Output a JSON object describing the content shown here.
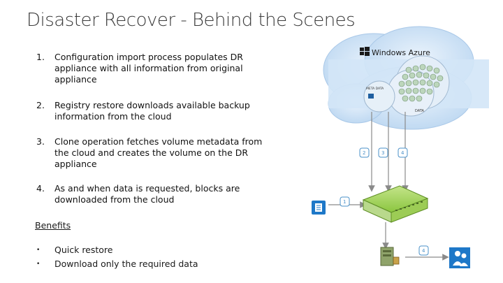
{
  "slide": {
    "title": "Disaster Recover - Behind the Scenes"
  },
  "steps": [
    {
      "number": "1.",
      "text": "Configuration import process populates DR appliance with all information from original appliance"
    },
    {
      "number": "2.",
      "text": "Registry restore downloads available backup information from the cloud"
    },
    {
      "number": "3.",
      "text": "Clone operation fetches volume metadata from the cloud and creates the volume on the DR appliance"
    },
    {
      "number": "4.",
      "text": "As and when data is requested, blocks are downloaded from the cloud"
    }
  ],
  "benefits": {
    "title": "Benefits",
    "items": [
      {
        "bullet": "•",
        "text": "Quick restore"
      },
      {
        "bullet": "•",
        "text": "Download only the required data"
      }
    ]
  },
  "diagram": {
    "cloud_label": "Windows Azure",
    "metadata_label": "META DATA",
    "data_label": "DATA",
    "badges": [
      "2",
      "3",
      "4",
      "1",
      "4"
    ],
    "colors": {
      "cloud": "#cfe3f6",
      "cloud_edge": "#a9c8e8",
      "appliance": "#8bc63f",
      "arrow": "#8a8a8a",
      "badge": "#4a90c8",
      "user_icon": "#1e78c8"
    }
  }
}
